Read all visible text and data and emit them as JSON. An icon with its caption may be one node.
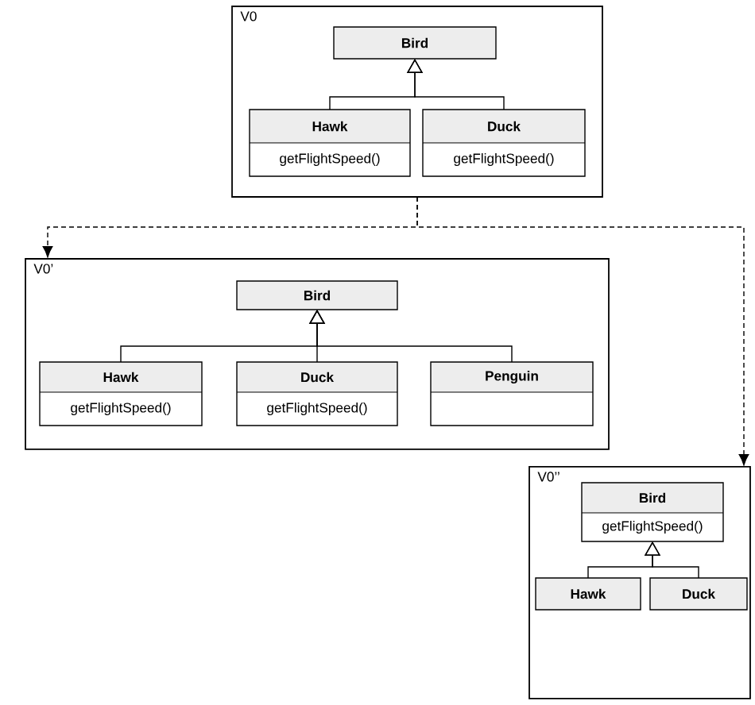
{
  "diagram": {
    "nodes": [
      {
        "text": [
          "V0"
        ]
      },
      {
        "text": [
          "Bird"
        ],
        "in": 0
      },
      {
        "text": [
          "Hawk",
          "getFlightSpeed()"
        ],
        "in": 0
      },
      {
        "text": [
          "Duck",
          "getFlightSpeed()"
        ],
        "in": 0
      },
      {
        "text": [
          "V0’"
        ]
      },
      {
        "text": [
          "Bird"
        ],
        "in": 4
      },
      {
        "text": [
          "Hawk",
          "getFlightSpeed()"
        ],
        "in": 4
      },
      {
        "text": [
          "Duck",
          "getFlightSpeed()"
        ],
        "in": 4
      },
      {
        "text": [
          "Penguin"
        ],
        "in": 4
      },
      {
        "text": [
          "V0’’"
        ]
      },
      {
        "text": [
          "Bird",
          "getFlightSpeed()"
        ],
        "in": 9
      },
      {
        "text": [
          "Hawk"
        ],
        "in": 9
      },
      {
        "text": [
          "Duck"
        ],
        "in": 9
      }
    ],
    "edges": [
      {
        "from": 2,
        "to": 1,
        "arrow": "to"
      },
      {
        "from": 3,
        "to": 1,
        "arrow": "to"
      },
      {
        "from": 6,
        "to": 5,
        "arrow": "to"
      },
      {
        "from": 7,
        "to": 5,
        "arrow": "to"
      },
      {
        "from": 8,
        "to": 5,
        "arrow": "to"
      },
      {
        "from": 11,
        "to": 10,
        "arrow": "to"
      },
      {
        "from": 12,
        "to": 10,
        "arrow": "to"
      },
      {
        "from": 0,
        "to": 4,
        "arrow": "to",
        "style": "dashed"
      },
      {
        "from": 0,
        "to": 9,
        "arrow": "to",
        "style": "dashed"
      }
    ]
  }
}
